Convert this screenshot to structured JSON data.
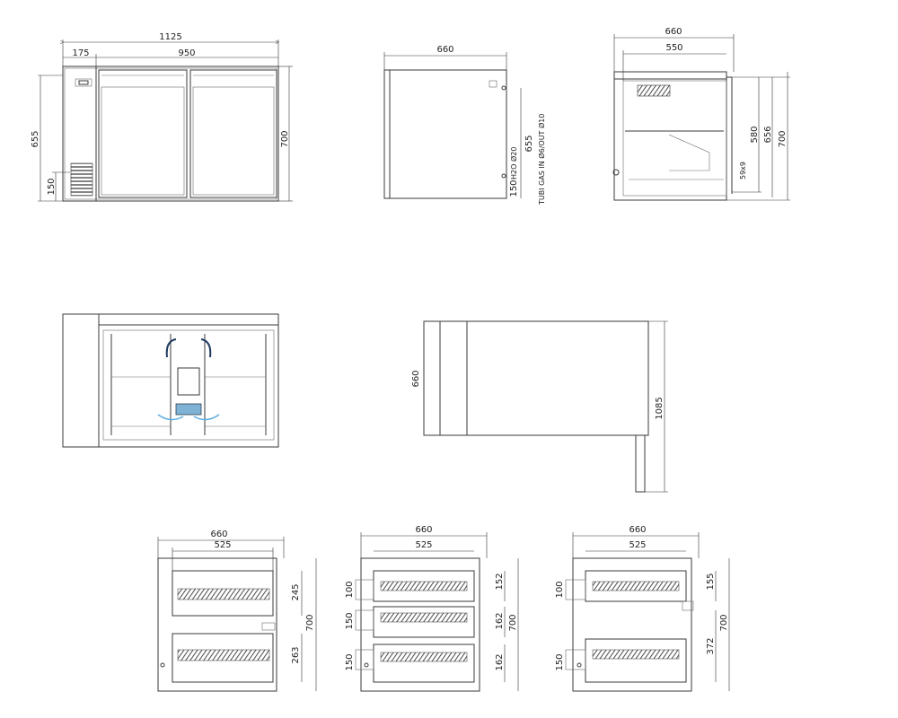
{
  "front_view": {
    "total_width": "1125",
    "left_width": "175",
    "door_width": "950",
    "height": "655",
    "grille_height": "150",
    "outer_height": "700"
  },
  "side_view": {
    "width": "660",
    "water_label": "H2O Ø20",
    "gas_label": "TUBI GAS IN Ø6/OUT Ø10",
    "height": "655",
    "base": "150"
  },
  "rear_side_view": {
    "total": "660",
    "inner": "550",
    "h580": "580",
    "h656": "656",
    "h700": "700",
    "vent": "59x9"
  },
  "top_view": {
    "depth": "660",
    "height": "1085"
  },
  "section_two_drawers": {
    "total": "660",
    "inner": "525",
    "d_top": "245",
    "d_bottom": "263",
    "h700": "700"
  },
  "section_three_drawers": {
    "total": "660",
    "inner": "525",
    "d1": "152",
    "d2": "162",
    "d3": "162",
    "h700": "700",
    "l1": "100",
    "l2": "150",
    "l3": "150"
  },
  "section_mixed": {
    "total": "660",
    "inner": "525",
    "d_top": "155",
    "d_bottom": "372",
    "h700": "700",
    "l1": "100",
    "l2": "150"
  }
}
